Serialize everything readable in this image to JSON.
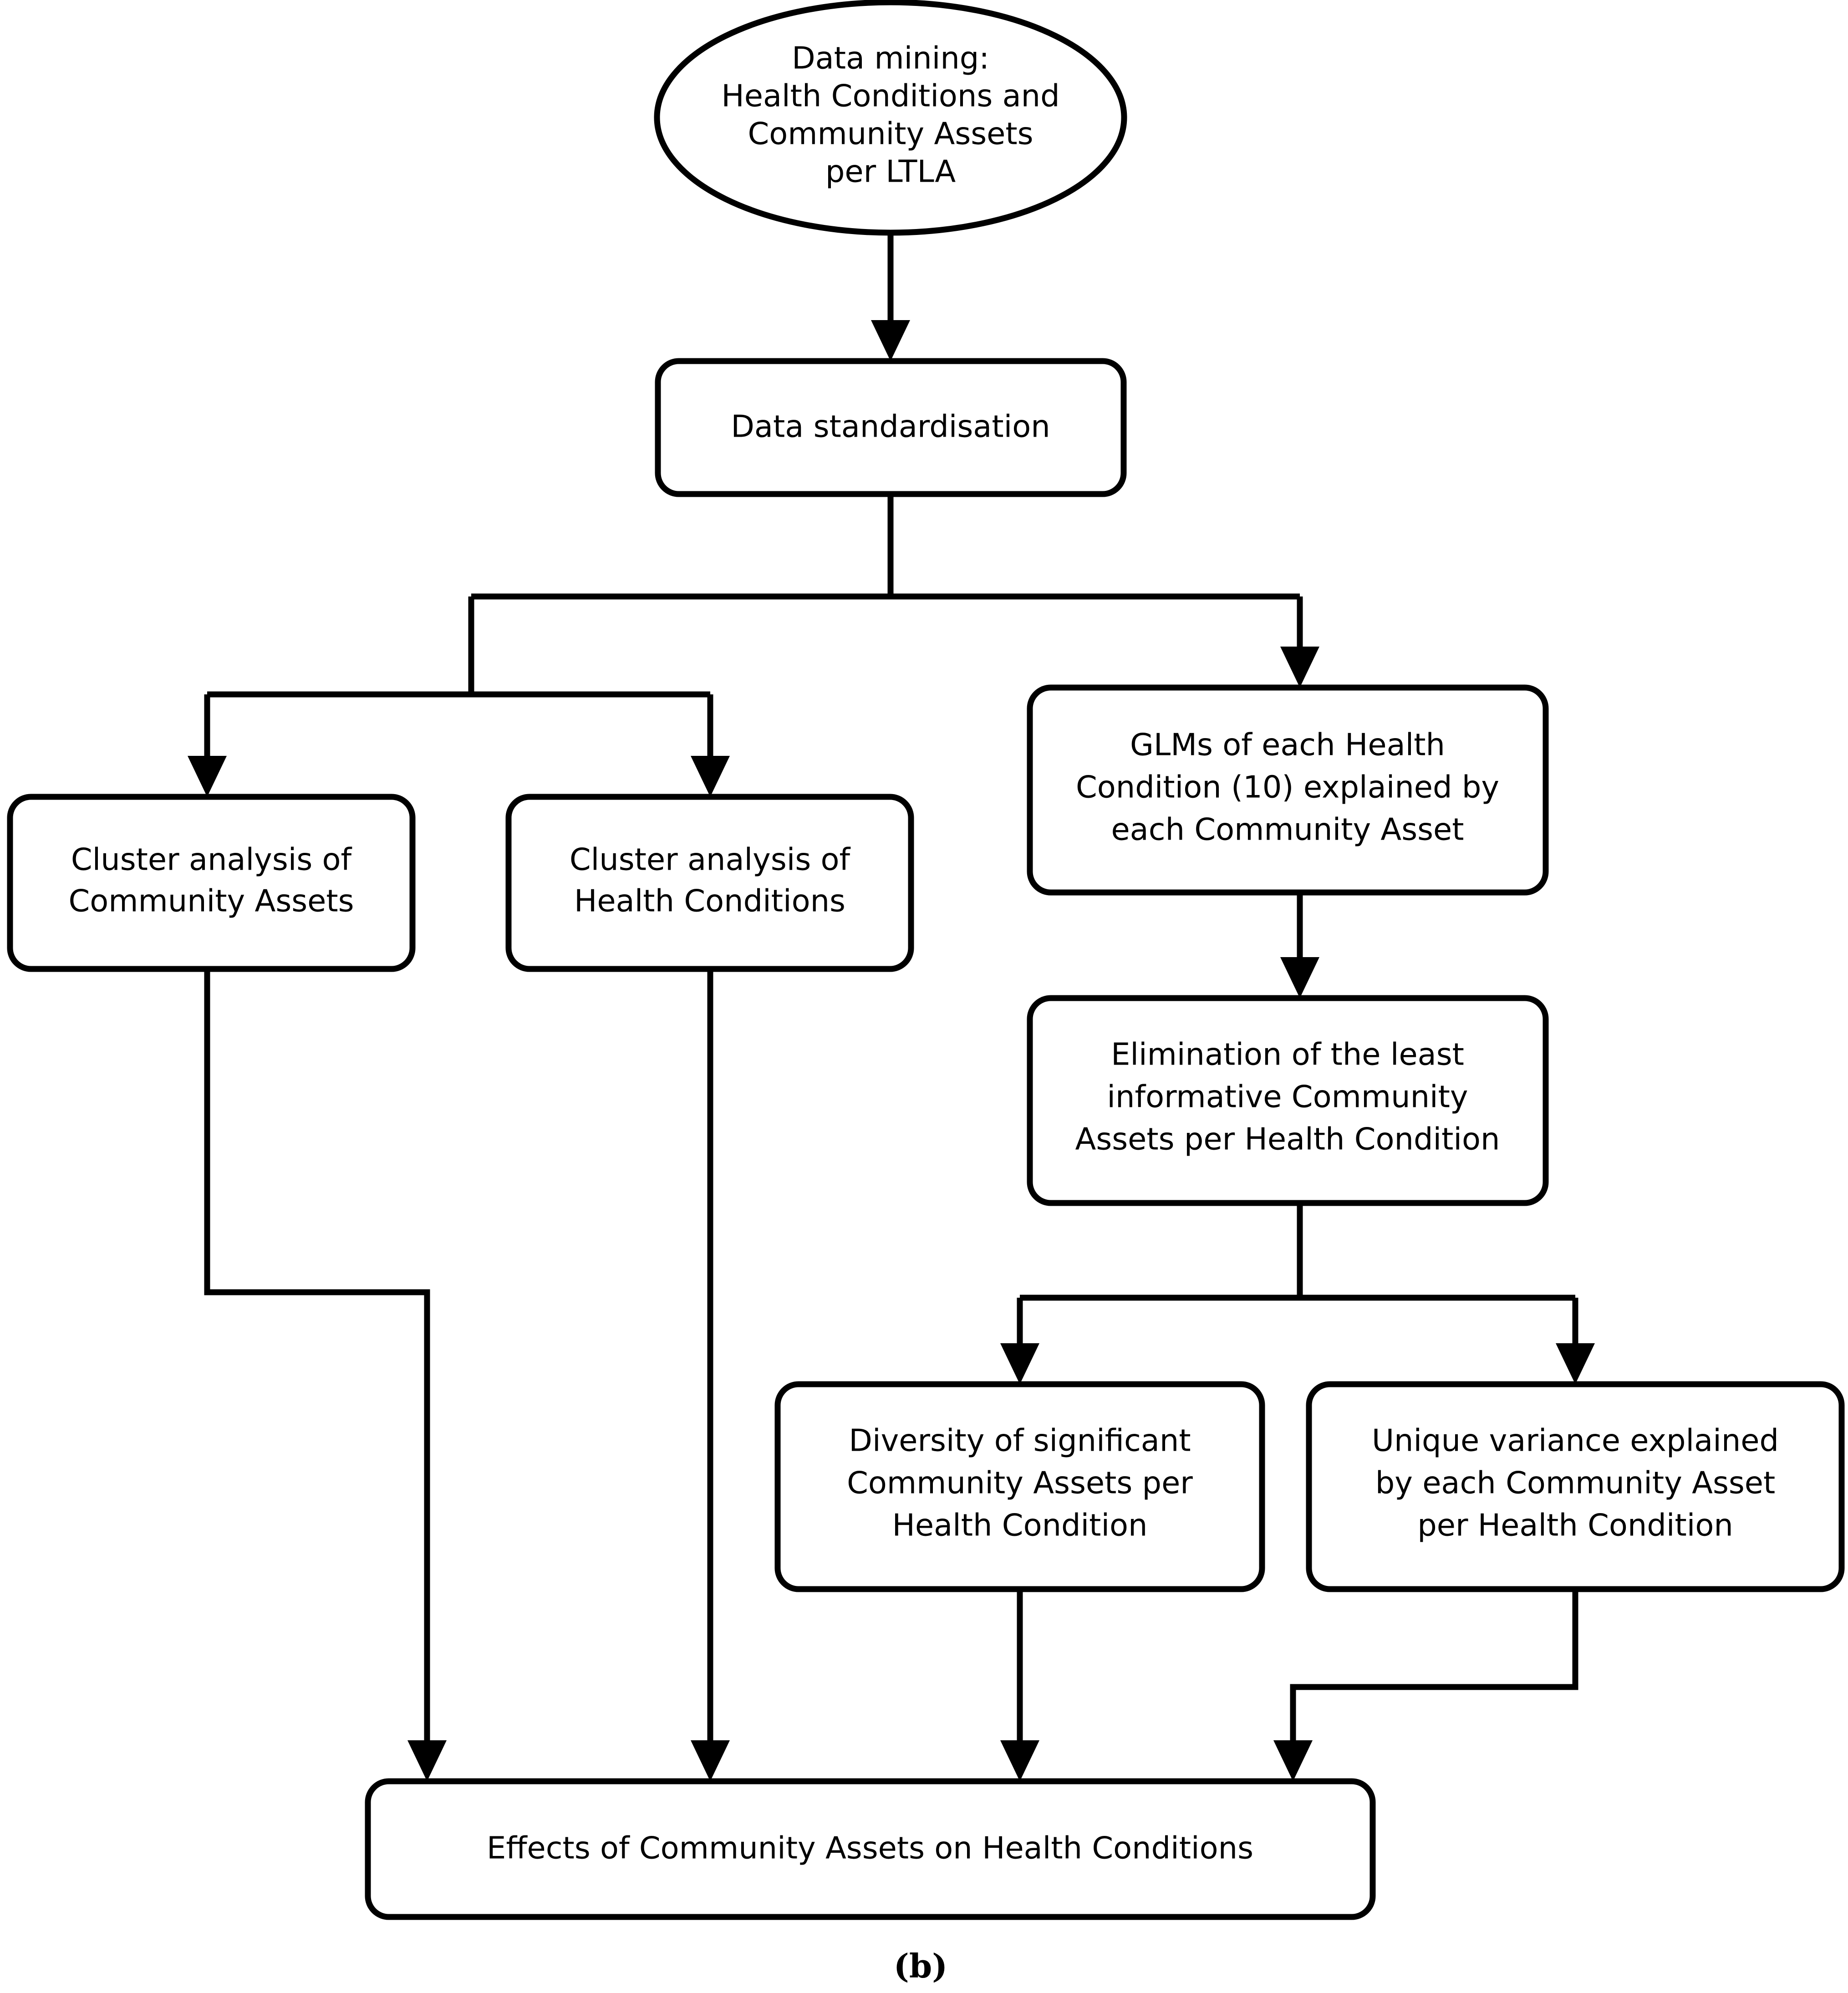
{
  "diagram": {
    "caption": "(b)",
    "colors": {
      "stroke": "#000000",
      "fill": "#ffffff",
      "background": "#ffffff"
    },
    "nodes": {
      "data_mining": {
        "shape": "ellipse",
        "lines": [
          "Data mining:",
          "Health Conditions and",
          "Community Assets",
          "per LTLA"
        ]
      },
      "data_standardisation": {
        "shape": "rounded-rect",
        "lines": [
          "Data standardisation"
        ]
      },
      "cluster_community_assets": {
        "shape": "rounded-rect",
        "lines": [
          "Cluster analysis of",
          "Community Assets"
        ]
      },
      "cluster_health_conditions": {
        "shape": "rounded-rect",
        "lines": [
          "Cluster analysis of",
          "Health Conditions"
        ]
      },
      "glms": {
        "shape": "rounded-rect",
        "lines": [
          "GLMs of each Health",
          "Condition (10) explained by",
          "each Community Asset"
        ]
      },
      "elimination": {
        "shape": "rounded-rect",
        "lines": [
          "Elimination of the least",
          "informative Community",
          "Assets per Health Condition"
        ]
      },
      "diversity": {
        "shape": "rounded-rect",
        "lines": [
          "Diversity of significant",
          "Community Assets per",
          "Health Condition"
        ]
      },
      "unique_variance": {
        "shape": "rounded-rect",
        "lines": [
          "Unique variance explained",
          "by each Community Asset",
          "per Health Condition"
        ]
      },
      "effects": {
        "shape": "rounded-rect",
        "lines": [
          "Effects of Community Assets on Health Conditions"
        ]
      }
    },
    "edges": [
      {
        "from": "data_mining",
        "to": "data_standardisation"
      },
      {
        "from": "data_standardisation",
        "to": "cluster_community_assets"
      },
      {
        "from": "data_standardisation",
        "to": "cluster_health_conditions"
      },
      {
        "from": "data_standardisation",
        "to": "glms"
      },
      {
        "from": "glms",
        "to": "elimination"
      },
      {
        "from": "elimination",
        "to": "diversity"
      },
      {
        "from": "elimination",
        "to": "unique_variance"
      },
      {
        "from": "cluster_community_assets",
        "to": "effects"
      },
      {
        "from": "cluster_health_conditions",
        "to": "effects"
      },
      {
        "from": "diversity",
        "to": "effects"
      },
      {
        "from": "unique_variance",
        "to": "effects"
      }
    ]
  }
}
